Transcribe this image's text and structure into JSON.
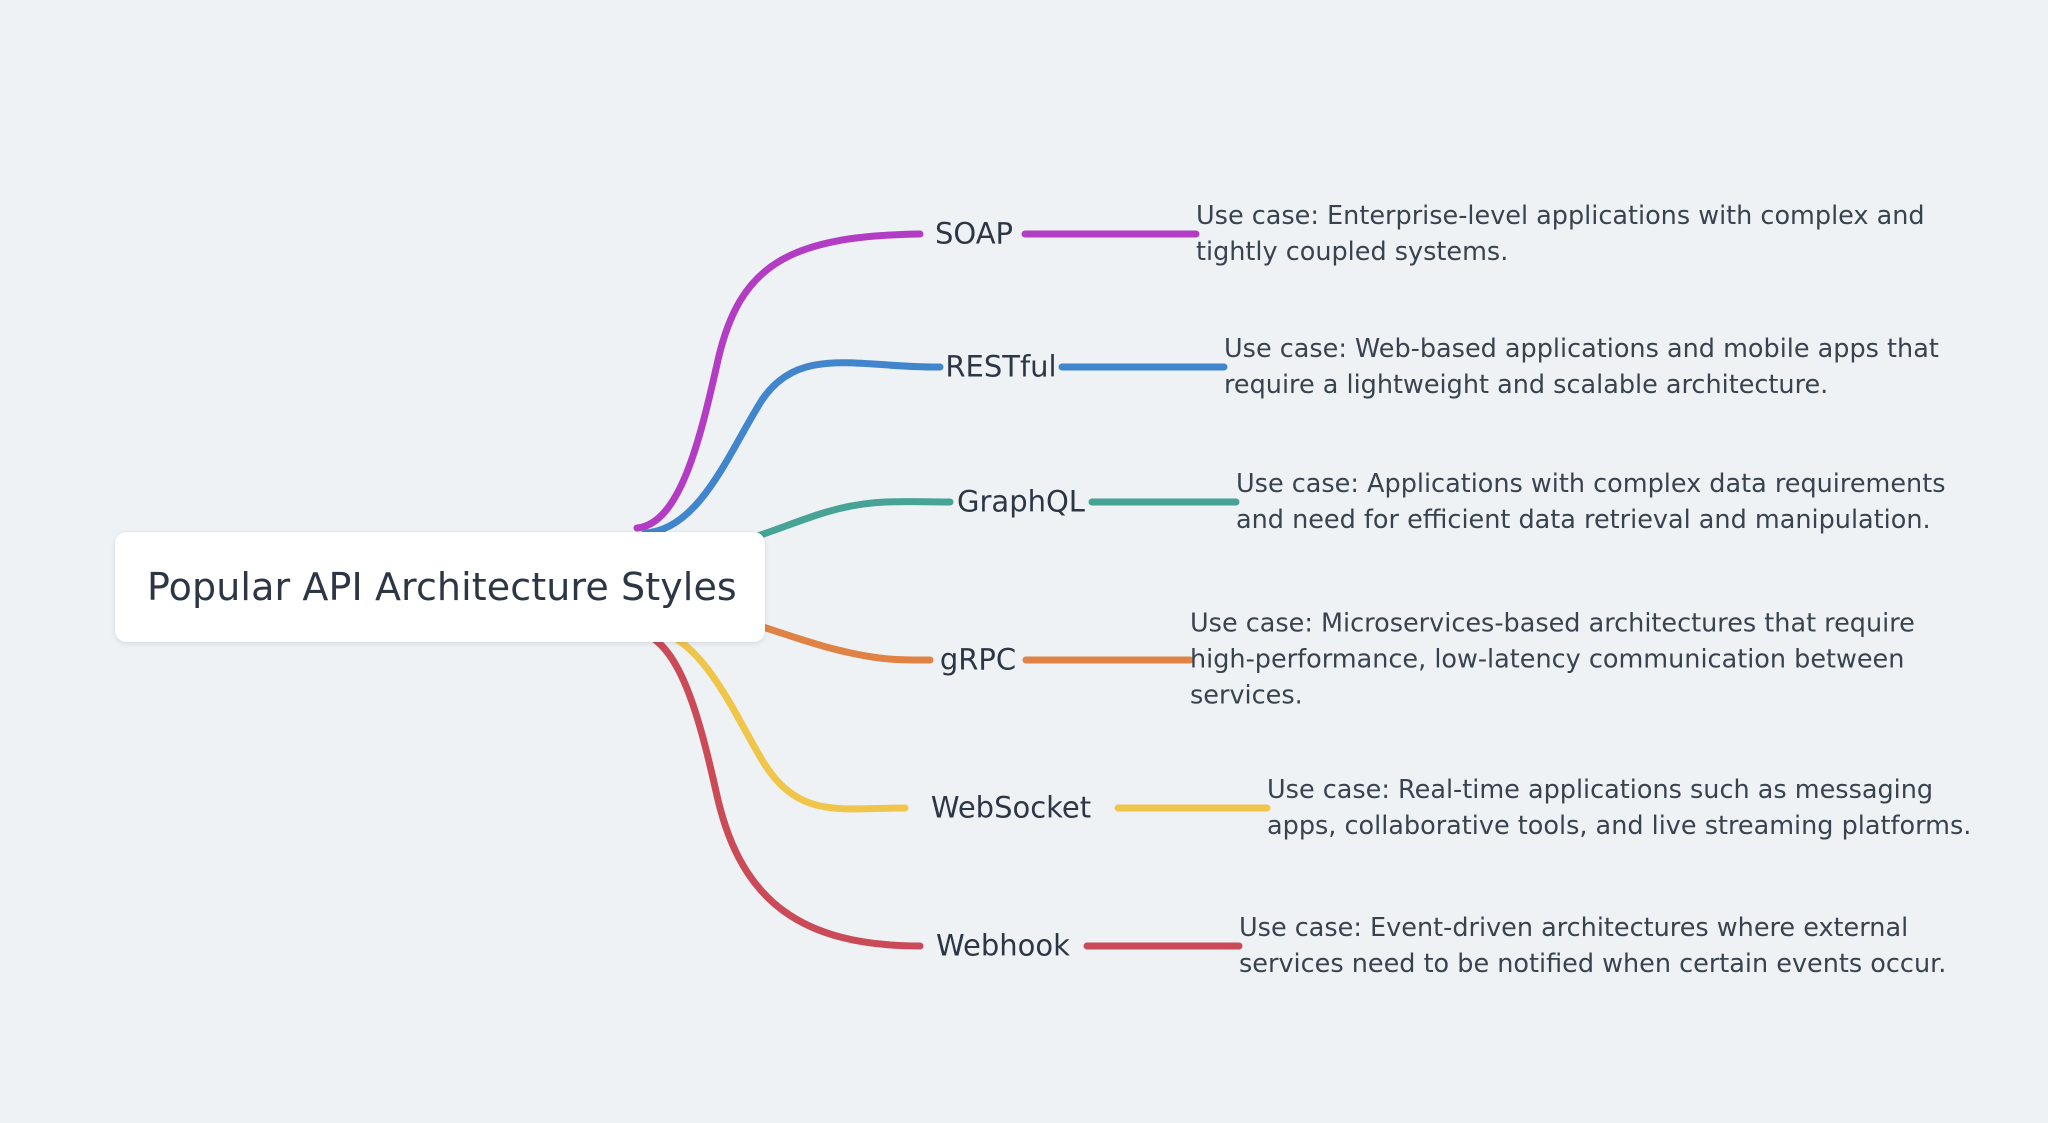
{
  "diagram": {
    "type": "mindmap",
    "background_color": "#eef2f5",
    "text_color": "#2c3645",
    "root": {
      "label": "Popular API Architecture Styles",
      "node_background": "#ffffff"
    },
    "branches": [
      {
        "name": "SOAP",
        "color": "#b33cc4",
        "description": "Use case: Enterprise-level applications with complex and\ntightly coupled systems."
      },
      {
        "name": "RESTful",
        "color": "#4185cd",
        "description": "Use case: Web-based applications and mobile apps that\nrequire a lightweight and scalable architecture."
      },
      {
        "name": "GraphQL",
        "color": "#47a395",
        "description": "Use case: Applications with complex data requirements\nand need for efficient data retrieval and manipulation."
      },
      {
        "name": "gRPC",
        "color": "#df8244",
        "description": "Use case: Microservices-based architectures that require\nhigh-performance, low-latency communication between\nservices."
      },
      {
        "name": "WebSocket",
        "color": "#f0c64a",
        "description": "Use case: Real-time applications such as messaging\napps, collaborative tools, and live streaming platforms."
      },
      {
        "name": "Webhook",
        "color": "#ca4a58",
        "description": "Use case: Event-driven architectures where external\nservices need to be notified when certain events occur."
      }
    ]
  }
}
